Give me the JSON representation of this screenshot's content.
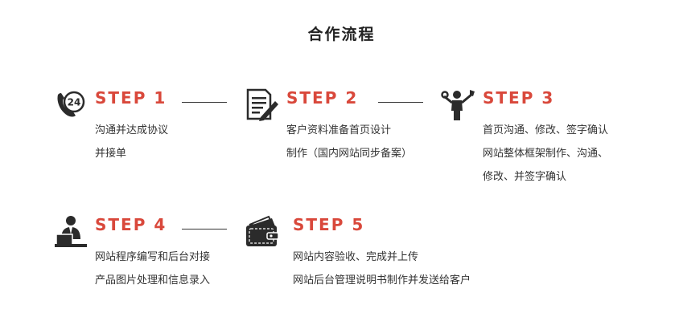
{
  "title": "合作流程",
  "colors": {
    "accent": "#d9483b",
    "text": "#333333",
    "icon": "#2b2b2b"
  },
  "steps": [
    {
      "label": "STEP 1",
      "icon": "phone-24-icon",
      "lines": [
        "沟通并达成协议",
        "并接单"
      ]
    },
    {
      "label": "STEP 2",
      "icon": "document-pen-icon",
      "lines": [
        "客户资料准备首页设计",
        "制作（国内网站同步备案）"
      ]
    },
    {
      "label": "STEP 3",
      "icon": "tools-worker-icon",
      "lines": [
        "首页沟通、修改、签字确认",
        "网站整体框架制作、沟通、",
        "修改、并签字确认"
      ]
    },
    {
      "label": "STEP 4",
      "icon": "laptop-worker-icon",
      "lines": [
        "网站程序编写和后台对接",
        "产品图片处理和信息录入"
      ]
    },
    {
      "label": "STEP 5",
      "icon": "wallet-money-icon",
      "lines": [
        "网站内容验收、完成并上传",
        "网站后台管理说明书制作并发送给客户"
      ]
    }
  ]
}
